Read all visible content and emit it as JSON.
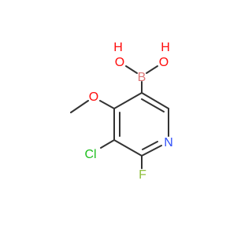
{
  "molecule": {
    "atoms": [
      {
        "id": "B",
        "label": "B",
        "color": "#dd7777"
      },
      {
        "id": "O1",
        "label": "O",
        "color": "#ff0d0d"
      },
      {
        "id": "H1",
        "label": "H",
        "color": "#ff0d0d"
      },
      {
        "id": "O2",
        "label": "O",
        "color": "#ff0d0d"
      },
      {
        "id": "H2",
        "label": "H",
        "color": "#ff0d0d"
      },
      {
        "id": "O3",
        "label": "O",
        "color": "#ff0d0d"
      },
      {
        "id": "Cl",
        "label": "Cl",
        "color": "#1fbf1f"
      },
      {
        "id": "F",
        "label": "F",
        "color": "#90c040"
      },
      {
        "id": "N",
        "label": "N",
        "color": "#3050f8"
      }
    ],
    "bond_color": "#333333"
  }
}
